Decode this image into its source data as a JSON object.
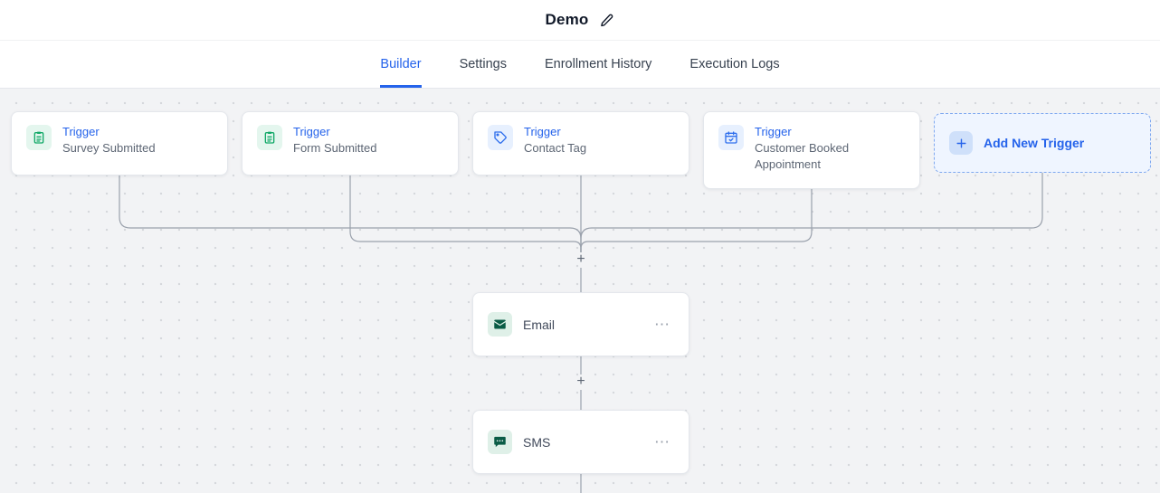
{
  "header": {
    "title": "Demo"
  },
  "tabs": {
    "items": [
      {
        "label": "Builder",
        "active": true
      },
      {
        "label": "Settings",
        "active": false
      },
      {
        "label": "Enrollment History",
        "active": false
      },
      {
        "label": "Execution Logs",
        "active": false
      }
    ]
  },
  "canvas": {
    "plus_symbol": "+",
    "ellipsis": "⋯",
    "triggers": [
      {
        "title": "Trigger",
        "subtitle": "Survey Submitted",
        "icon": "clipboard-icon",
        "theme": "green"
      },
      {
        "title": "Trigger",
        "subtitle": "Form Submitted",
        "icon": "clipboard-icon",
        "theme": "green"
      },
      {
        "title": "Trigger",
        "subtitle": "Contact Tag",
        "icon": "tag-icon",
        "theme": "blue"
      },
      {
        "title": "Trigger",
        "subtitle": "Customer Booked Appointment",
        "icon": "calendar-check-icon",
        "theme": "blue"
      }
    ],
    "add_trigger": {
      "label": "Add New Trigger",
      "icon": "plus-icon"
    },
    "actions": [
      {
        "label": "Email",
        "icon": "email-icon"
      },
      {
        "label": "SMS",
        "icon": "sms-icon"
      }
    ]
  },
  "colors": {
    "accent_blue": "#2563eb",
    "trigger_green": "#12a968",
    "trigger_blue": "#2f6fed",
    "action_dark_green": "#0a5c46",
    "connector_gray": "#9aa1ac"
  }
}
